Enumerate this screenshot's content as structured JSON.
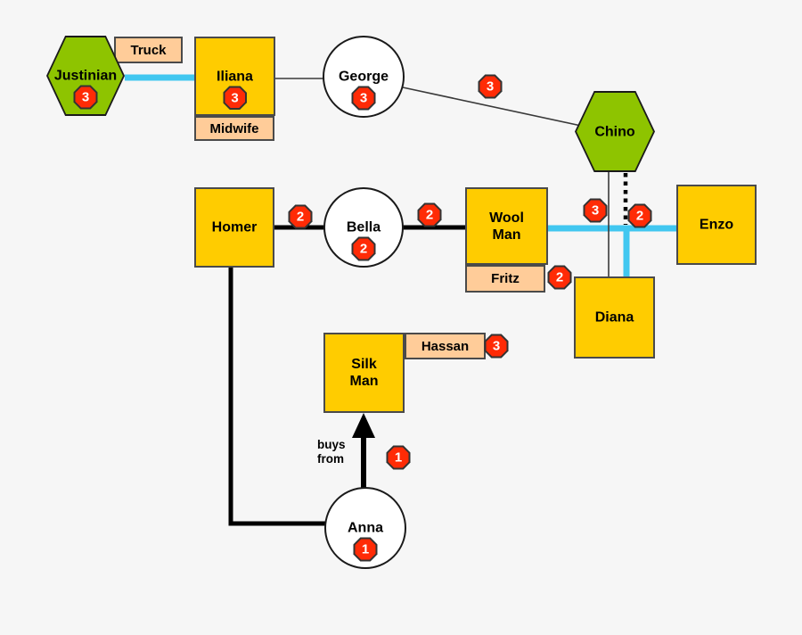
{
  "colors": {
    "background": "#F6F6F6",
    "node_yellow": "#FFCC00",
    "node_green": "#8EC400",
    "tag_peach": "#FFCC99",
    "badge_red": "#FF2B06",
    "edge_cyan": "#41C7F0",
    "edge_black": "#000000",
    "outline": "#3A3A3A"
  },
  "nodes": {
    "justinian": {
      "label": "Justinian",
      "badge": "3",
      "shape": "hexagon"
    },
    "iliana": {
      "label": "Iliana",
      "badge": "3",
      "shape": "square"
    },
    "george": {
      "label": "George",
      "badge": "3",
      "shape": "circle"
    },
    "chino": {
      "label": "Chino",
      "shape": "hexagon"
    },
    "homer": {
      "label": "Homer",
      "shape": "square"
    },
    "bella": {
      "label": "Bella",
      "badge": "2",
      "shape": "circle"
    },
    "woolman": {
      "label": "Wool Man",
      "shape": "square"
    },
    "enzo": {
      "label": "Enzo",
      "shape": "square"
    },
    "diana": {
      "label": "Diana",
      "shape": "square"
    },
    "silkman": {
      "label": "Silk Man",
      "shape": "square"
    },
    "anna": {
      "label": "Anna",
      "badge": "1",
      "shape": "circle"
    }
  },
  "tags": {
    "truck": {
      "label": "Truck"
    },
    "midwife": {
      "label": "Midwife"
    },
    "fritz": {
      "label": "Fritz",
      "badge": "2"
    },
    "hassan": {
      "label": "Hassan",
      "badge": "3"
    }
  },
  "edge_badges": {
    "george_chino": "3",
    "homer_bella": "2",
    "bella_woolman": "2",
    "woolman_enzo": "3",
    "chino_junction": "2",
    "anna_silkman": "1"
  },
  "edge_label": {
    "line1": "buys",
    "line2": "from"
  }
}
